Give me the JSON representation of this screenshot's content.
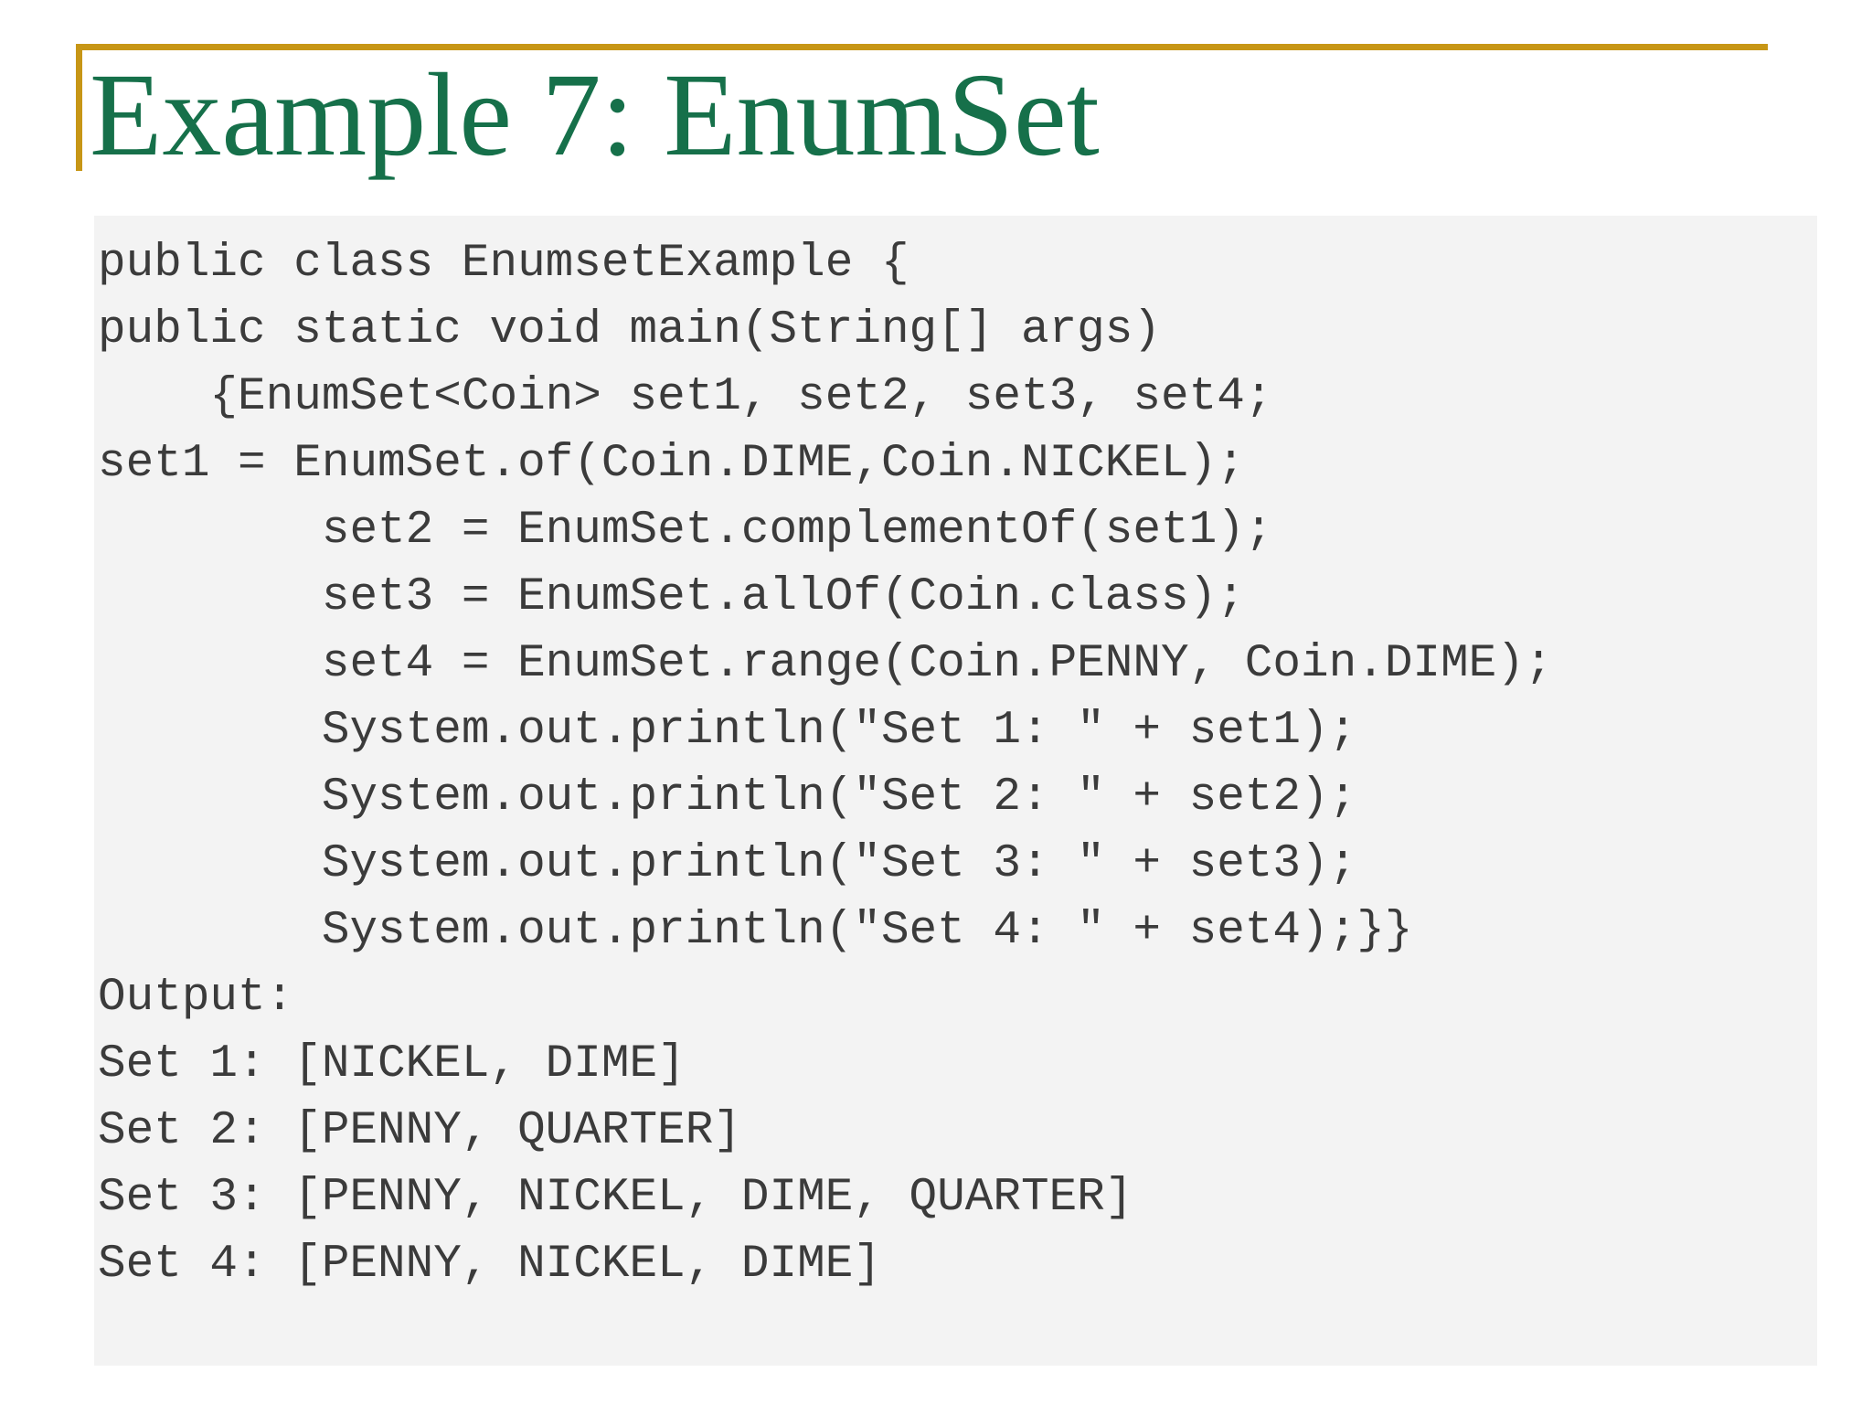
{
  "slide": {
    "title": "Example 7: EnumSet",
    "colors": {
      "background": "#ffffff",
      "accent_gold": "#c79616",
      "title_green": "#16704a",
      "code_bg": "#f3f3f3",
      "code_text": "#3b3b3b"
    },
    "code": {
      "lines": [
        "public class EnumsetExample {",
        "public static void main(String[] args)",
        "    {EnumSet<Coin> set1, set2, set3, set4;",
        "set1 = EnumSet.of(Coin.DIME,Coin.NICKEL);",
        "        set2 = EnumSet.complementOf(set1);",
        "        set3 = EnumSet.allOf(Coin.class);",
        "        set4 = EnumSet.range(Coin.PENNY, Coin.DIME);",
        "        System.out.println(\"Set 1: \" + set1);",
        "        System.out.println(\"Set 2: \" + set2);",
        "        System.out.println(\"Set 3: \" + set3);",
        "        System.out.println(\"Set 4: \" + set4);}}",
        "Output:",
        "Set 1: [NICKEL, DIME]",
        "Set 2: [PENNY, QUARTER]",
        "Set 3: [PENNY, NICKEL, DIME, QUARTER]",
        "Set 4: [PENNY, NICKEL, DIME]"
      ]
    }
  }
}
